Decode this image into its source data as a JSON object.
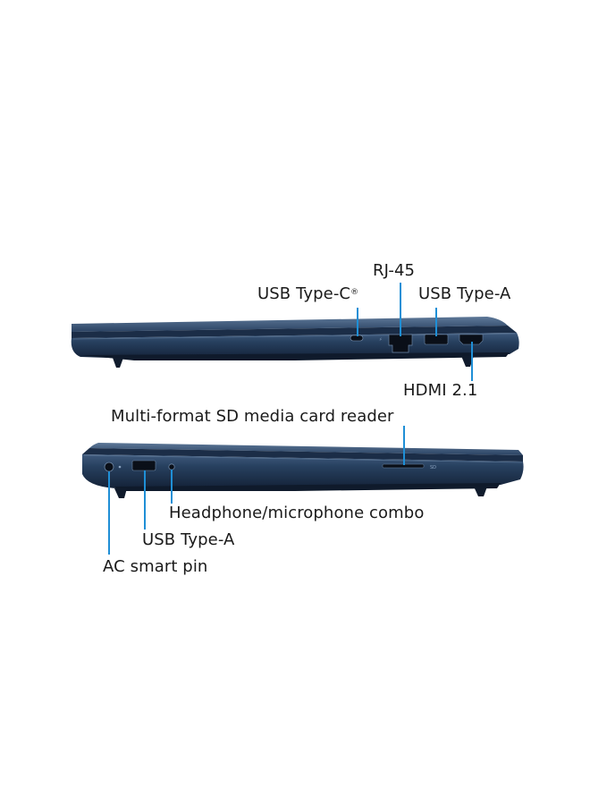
{
  "colors": {
    "body": "#1f3350",
    "body_light": "#3a5577",
    "body_dark": "#111d2e",
    "edge_highlight": "#6f8aa8",
    "port": "#0a0f18",
    "leader": "#1f8fd6"
  },
  "top_view": {
    "labels": {
      "usb_c": "USB Type-C",
      "usb_c_mark": "®",
      "rj45": "RJ-45",
      "usb_a": "USB Type-A",
      "hdmi": "HDMI 2.1"
    }
  },
  "bottom_view": {
    "labels": {
      "sd_reader": "Multi-format SD media card reader",
      "headphone": "Headphone/microphone combo",
      "usb_a": "USB Type-A",
      "ac_pin": "AC smart pin"
    },
    "sd_text": "SD"
  }
}
